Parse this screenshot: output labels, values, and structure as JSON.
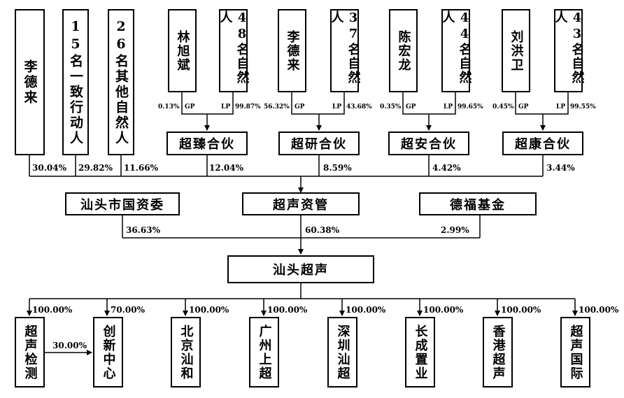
{
  "top_holders": {
    "li_delai": "李德来",
    "concert_group": "15名一致行动人",
    "other_group": "26名其他自然人"
  },
  "partnerships": [
    {
      "gp_name": "林旭斌",
      "lp_group": "48名自然人",
      "gp_pct": "0.13%",
      "lp_pct": "99.87%",
      "name": "超臻合伙",
      "holding_pct": "12.04%"
    },
    {
      "gp_name": "李德来",
      "lp_group": "37名自然人",
      "gp_pct": "56.32%",
      "lp_pct": "43.68%",
      "name": "超研合伙",
      "holding_pct": "8.59%"
    },
    {
      "gp_name": "陈宏龙",
      "lp_group": "44名自然人",
      "gp_pct": "0.35%",
      "lp_pct": "99.65%",
      "name": "超安合伙",
      "holding_pct": "4.42%"
    },
    {
      "gp_name": "刘洪卫",
      "lp_group": "43名自然人",
      "gp_pct": "0.45%",
      "lp_pct": "99.55%",
      "name": "超康合伙",
      "holding_pct": "3.44%"
    }
  ],
  "gp_label": "GP",
  "lp_label": "LP",
  "top_holder_pcts": {
    "li_delai": "30.04%",
    "concert_group": "29.82%",
    "other_group": "11.66%"
  },
  "middle": {
    "sasac": {
      "name": "汕头市国资委",
      "pct": "36.63%"
    },
    "chaosheng_zg": {
      "name": "超声资管",
      "pct": "60.38%"
    },
    "defu": {
      "name": "德福基金",
      "pct": "2.99%"
    }
  },
  "company": "汕头超声",
  "subsidiaries": [
    {
      "name": "超声检测",
      "pct": "100.00%"
    },
    {
      "name": "创新中心",
      "pct": "70.00%"
    },
    {
      "name": "北京汕和",
      "pct": "100.00%"
    },
    {
      "name": "广州上超",
      "pct": "100.00%"
    },
    {
      "name": "深圳汕超",
      "pct": "100.00%"
    },
    {
      "name": "长成置业",
      "pct": "100.00%"
    },
    {
      "name": "香港超声",
      "pct": "100.00%"
    },
    {
      "name": "超声国际",
      "pct": "100.00%"
    }
  ],
  "cross_holding_pct": "30.00%"
}
